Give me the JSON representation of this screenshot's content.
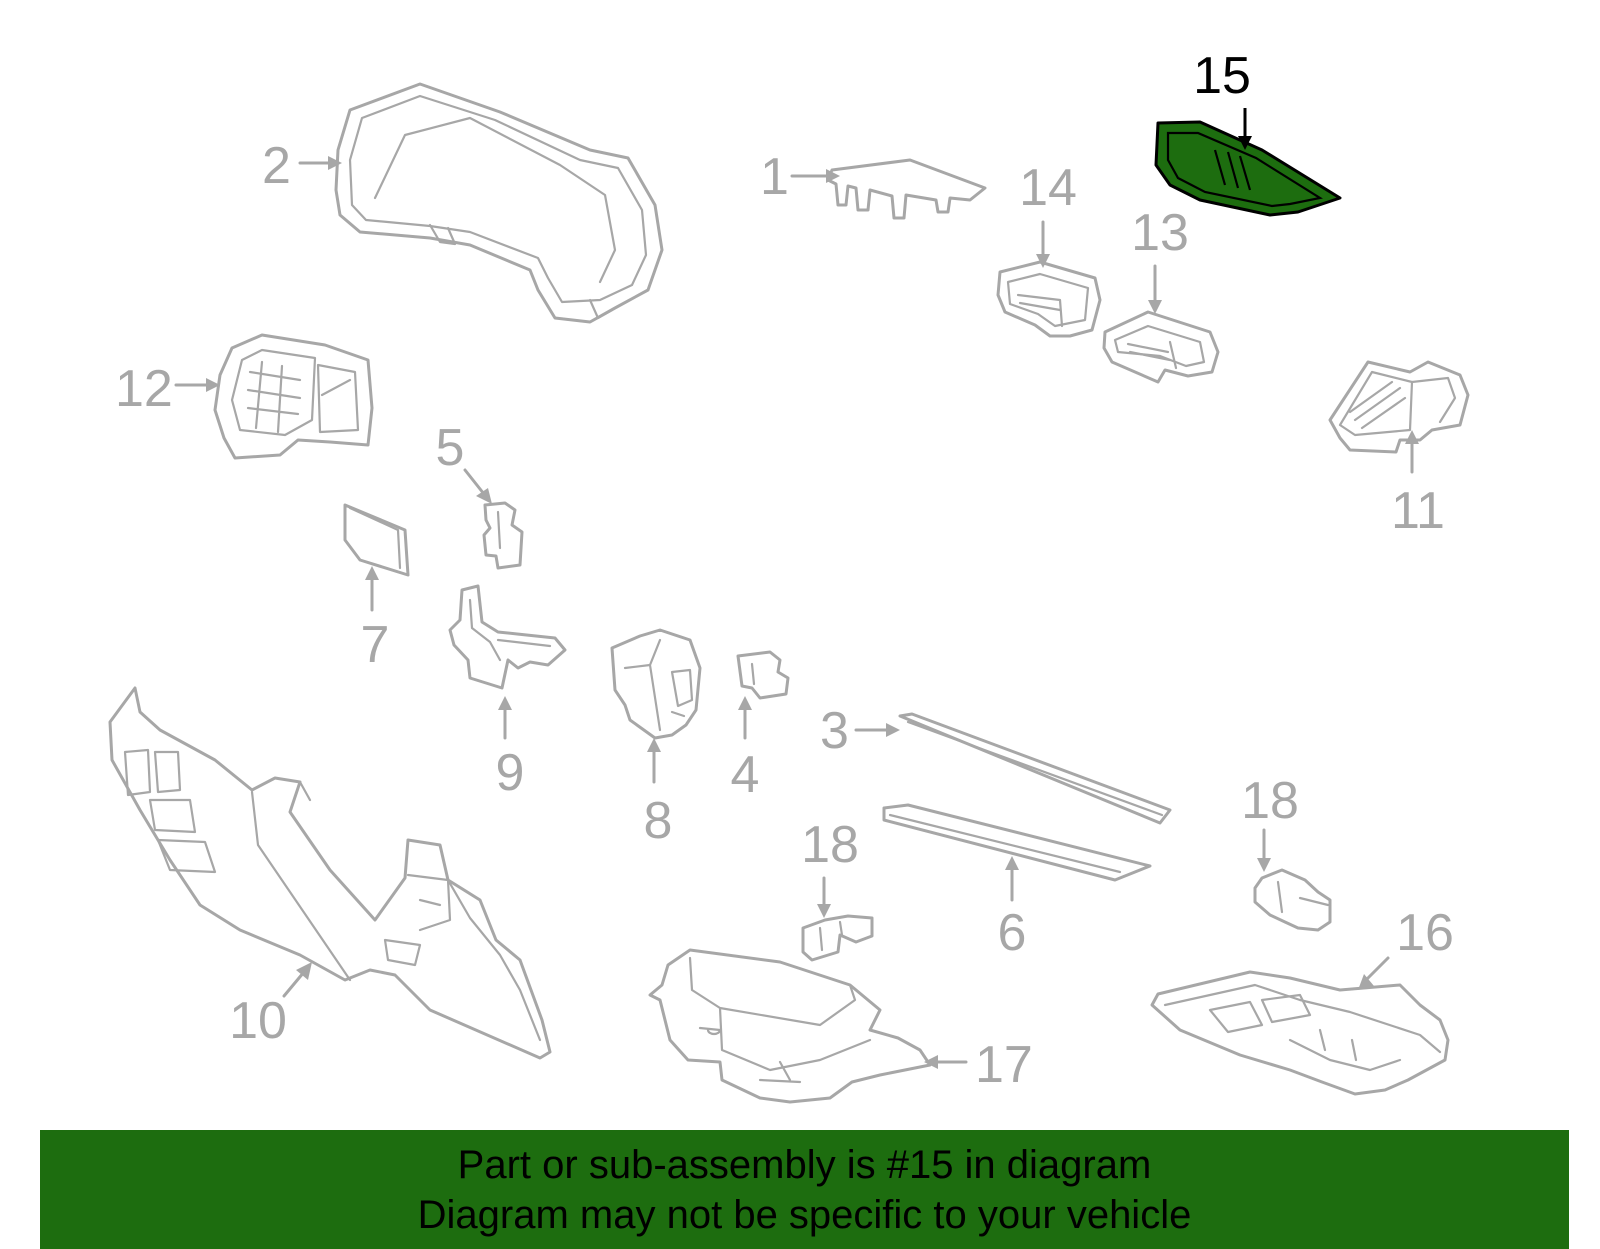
{
  "diagram": {
    "callouts": {
      "c1": "1",
      "c2": "2",
      "c3": "3",
      "c4": "4",
      "c5": "5",
      "c6": "6",
      "c7": "7",
      "c8": "8",
      "c9": "9",
      "c10": "10",
      "c11": "11",
      "c12": "12",
      "c13": "13",
      "c14": "14",
      "c15": "15",
      "c16": "16",
      "c17": "17",
      "c18a": "18",
      "c18b": "18"
    },
    "highlighted_part": "15",
    "highlight_color": "#1d6d0f",
    "line_color": "#a7a7a7"
  },
  "banner": {
    "line1": "Part or sub-assembly is #15 in diagram",
    "line2": "Diagram may not be specific to your vehicle",
    "background": "#1d6d0f"
  }
}
